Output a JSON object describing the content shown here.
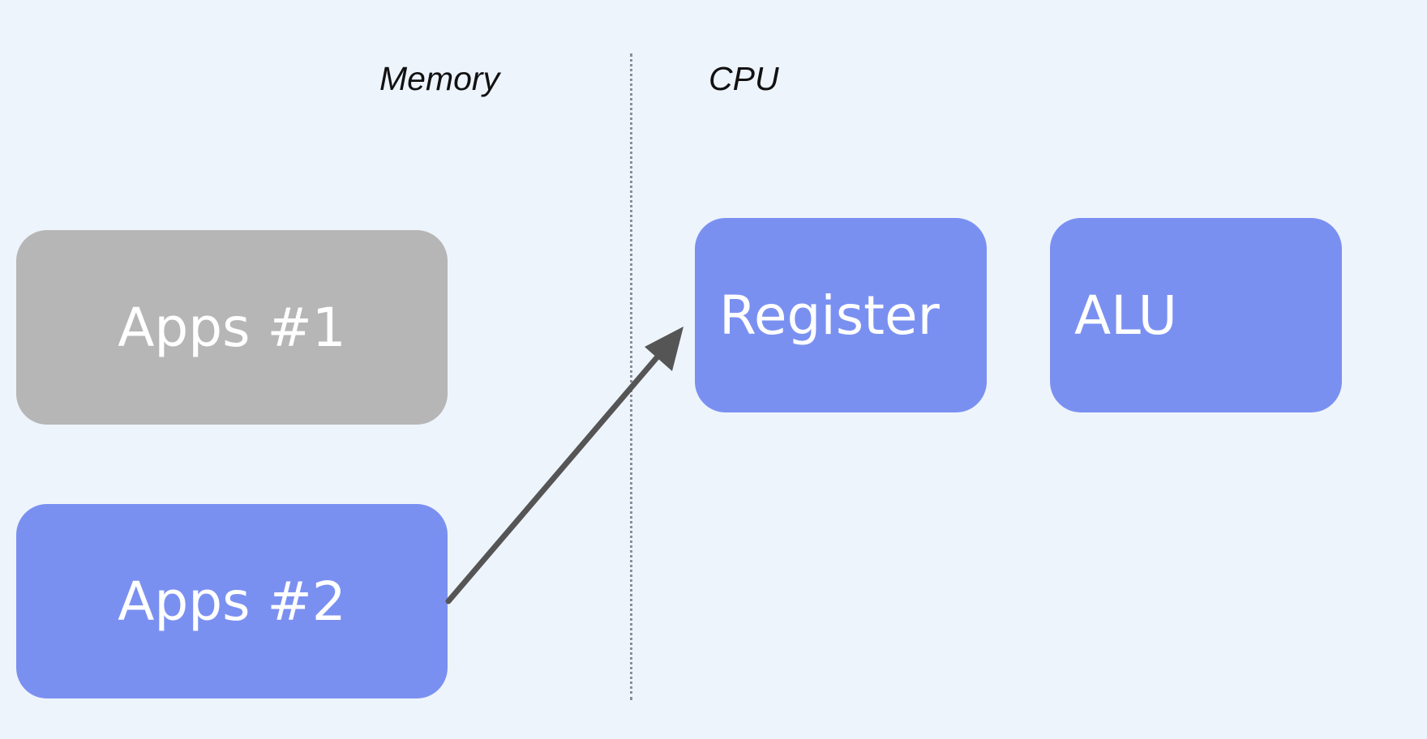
{
  "labels": {
    "memory": "Memory",
    "cpu": "CPU"
  },
  "boxes": {
    "app1": {
      "label": "Apps #1",
      "color": "#b6b6b6"
    },
    "app2": {
      "label": "Apps #2",
      "color": "#7a90f1"
    },
    "register": {
      "label": "Register",
      "color": "#7a90f1"
    },
    "alu": {
      "label": "ALU",
      "color": "#7a90f1"
    }
  },
  "colors": {
    "background": "#eef4fc",
    "arrow": "#555555",
    "divider": "#8a8f96"
  }
}
